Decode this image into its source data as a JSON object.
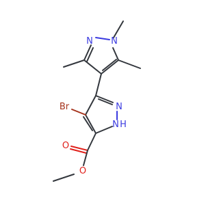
{
  "molecule": {
    "atoms": [
      {
        "element": "N",
        "text": "N"
      },
      {
        "element": "N",
        "text": "N"
      },
      {
        "element": "Br",
        "text": "Br"
      },
      {
        "element": "N",
        "text": "N"
      },
      {
        "element": "N",
        "text": "N"
      },
      {
        "element": "H",
        "text": "H"
      },
      {
        "element": "O",
        "text": "O"
      },
      {
        "element": "O",
        "text": "O"
      }
    ]
  },
  "colors": {
    "bond": "#33373d",
    "nitrogen": "#3a3ae0",
    "oxygen": "#e0201b",
    "bromine": "#a5331c",
    "background": "#ffffff"
  }
}
